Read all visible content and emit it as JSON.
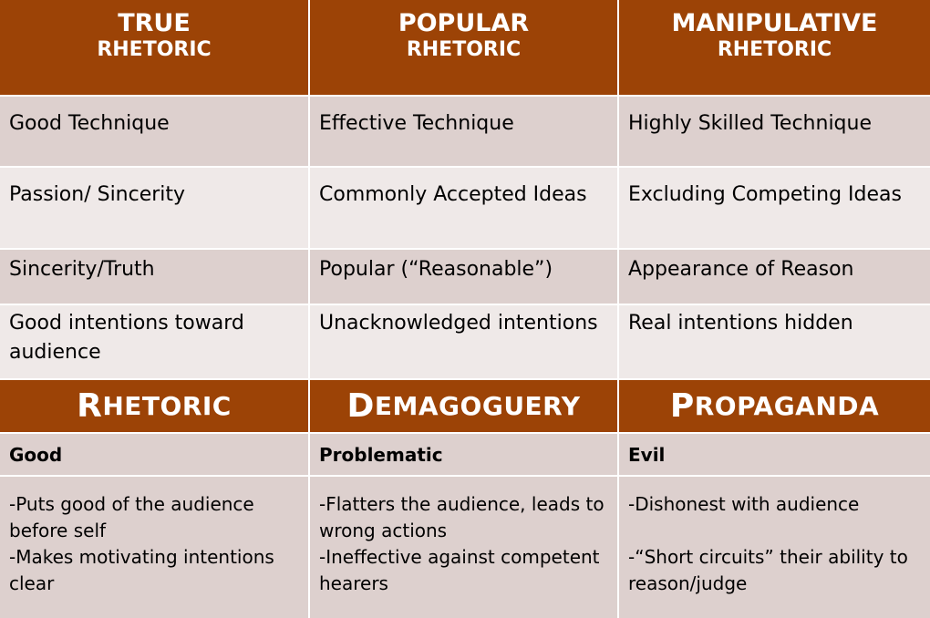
{
  "headers": [
    {
      "line1": "TRUE",
      "line2": "RHETORIC"
    },
    {
      "line1": "POPULAR",
      "line2": "RHETORIC"
    },
    {
      "line1": "MANIPULATIVE",
      "line2": "RHETORIC"
    }
  ],
  "rows": [
    [
      "Good Technique",
      "Effective Technique",
      "Highly Skilled Technique"
    ],
    [
      "Passion/ Sincerity",
      "Commonly Accepted Ideas",
      "Excluding Competing Ideas"
    ],
    [
      "Sincerity/Truth",
      "Popular (“Reasonable”)",
      "Appearance of Reason"
    ],
    [
      "Good intentions toward audience",
      "Unacknowledged intentions",
      "Real intentions hidden"
    ]
  ],
  "categories": [
    {
      "first": "R",
      "rest": "HETORIC"
    },
    {
      "first": "D",
      "rest": "EMAGOGUERY"
    },
    {
      "first": "P",
      "rest": "ROPAGANDA"
    }
  ],
  "verdicts": [
    "Good",
    "Problematic",
    "Evil"
  ],
  "notes": [
    [
      "-Puts good of the audience before self",
      "-Makes motivating intentions clear"
    ],
    [
      "-Flatters the audience, leads to wrong actions",
      "-Ineffective against competent hearers"
    ],
    [
      "-Dishonest with audience",
      "-“Short circuits” their ability to reason/judge"
    ]
  ],
  "colors": {
    "header_bg": "#9c4306",
    "row_dark": "#ddd0ce",
    "row_light": "#efe9e8",
    "header_text": "#ffffff"
  }
}
